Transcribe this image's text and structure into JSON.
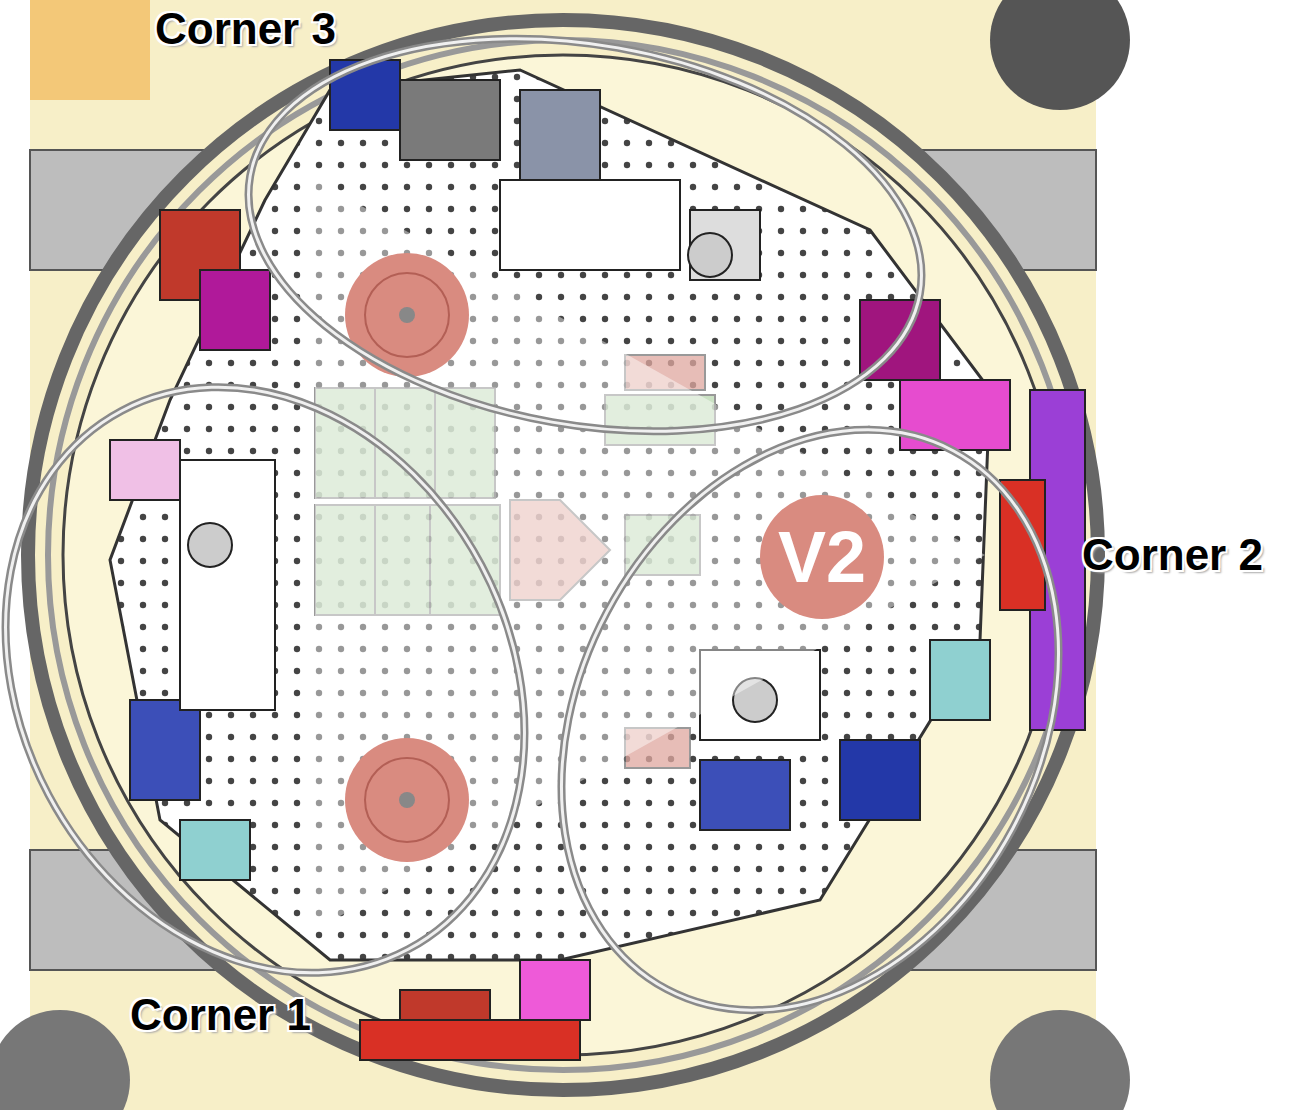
{
  "diagram": {
    "labels": [
      "Corner 3",
      "V2",
      "Corner 2",
      "Corner 1"
    ]
  }
}
